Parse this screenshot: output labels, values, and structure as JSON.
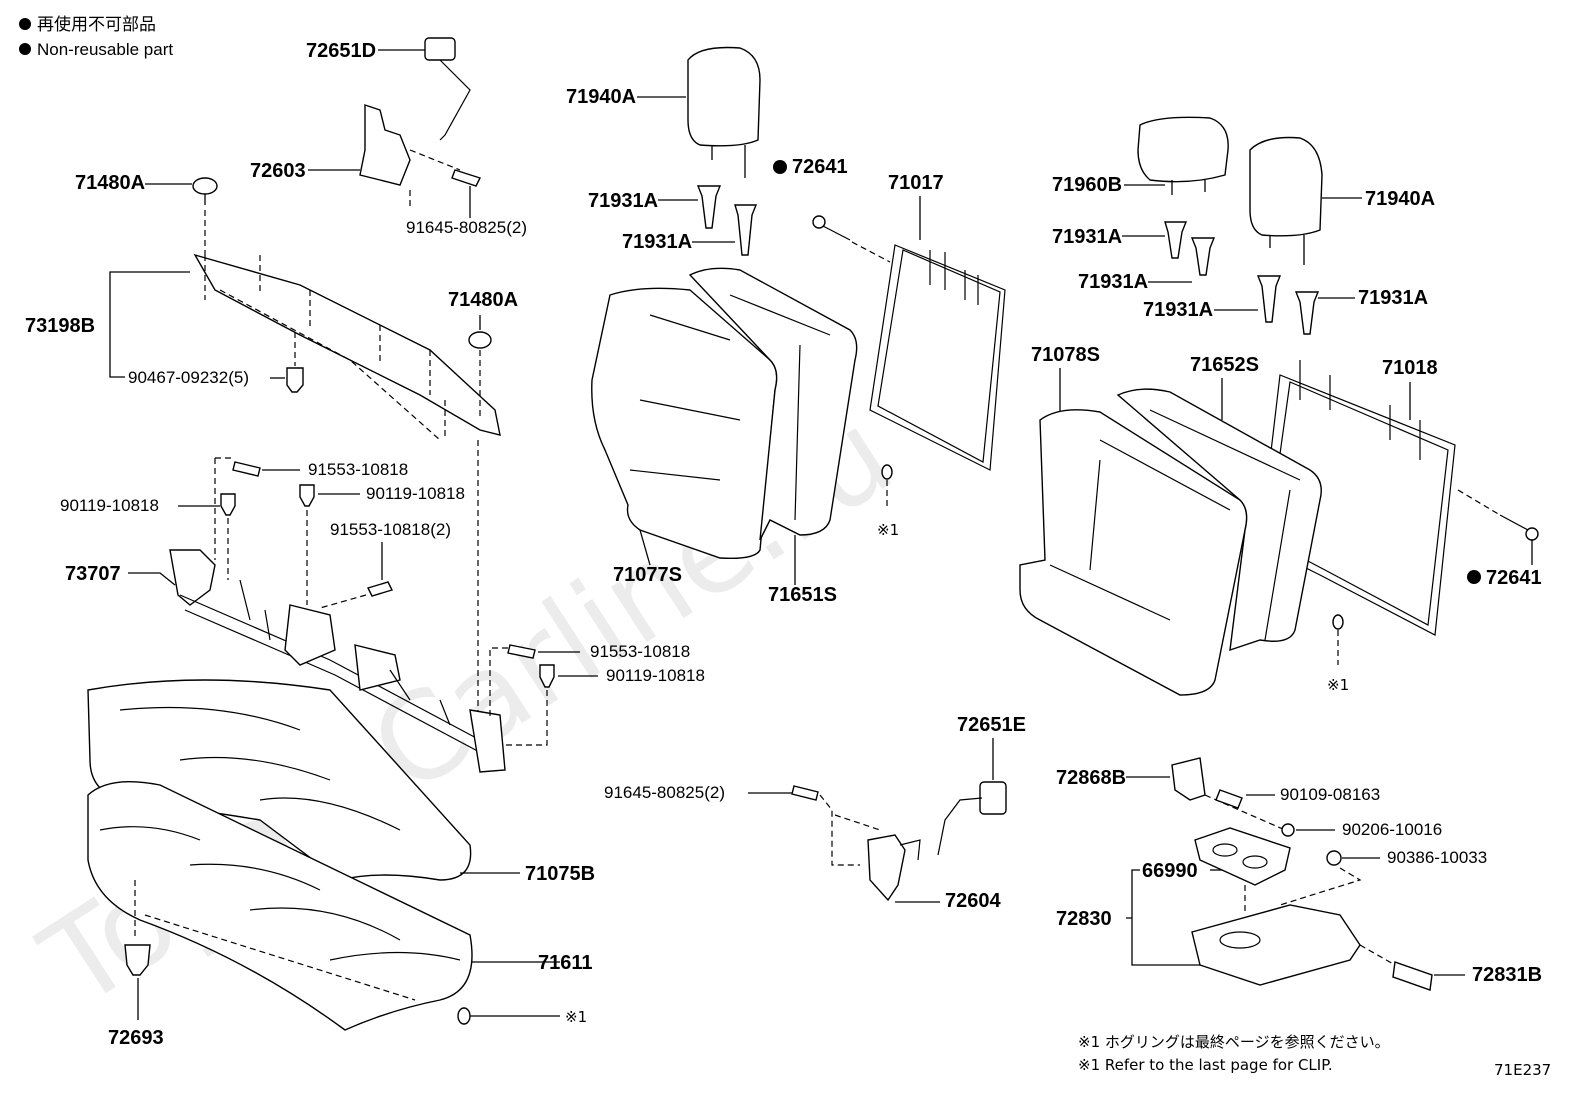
{
  "legend": {
    "jp": "再使用不可部品",
    "en": "Non-reusable part"
  },
  "watermark": "ToyotaCarline.ru",
  "labels": {
    "l72651D": "72651D",
    "l71940A_1": "71940A",
    "l72603": "72603",
    "l71480A_1": "71480A",
    "l91645_1": "91645-80825(2)",
    "l73198B": "73198B",
    "l71480A_2": "71480A",
    "l90467": "90467-09232(5)",
    "l91553_1": "91553-10818",
    "l90119_1": "90119-10818",
    "l90119_2": "90119-10818",
    "l91553_2": "91553-10818(2)",
    "l73707": "73707",
    "l91553_3": "91553-10818",
    "l90119_3": "90119-10818",
    "l71931A_1": "71931A",
    "l71931A_2": "71931A",
    "l72641_1": "72641",
    "l71017": "71017",
    "l71077S": "71077S",
    "l71651S": "71651S",
    "l71960B": "71960B",
    "l71940A_2": "71940A",
    "l71931A_3": "71931A",
    "l71931A_4": "71931A",
    "l71931A_5": "71931A",
    "l71931A_6": "71931A",
    "l71078S": "71078S",
    "l71652S": "71652S",
    "l71018": "71018",
    "l72641_2": "72641",
    "l72651E": "72651E",
    "l91645_2": "91645-80825(2)",
    "l72604": "72604",
    "l71075B": "71075B",
    "l71611": "71611",
    "l72693": "72693",
    "l72868B": "72868B",
    "l90109": "90109-08163",
    "l90206": "90206-10016",
    "l90386": "90386-10033",
    "l66990": "66990",
    "l72830": "72830",
    "l72831B": "72831B"
  },
  "clip_refs": {
    "c1": "※1",
    "c2": "※1",
    "c3": "※1"
  },
  "footnotes": {
    "jp": "※1 ホグリングは最終ページを参照ください。",
    "en": "※1 Refer to the last page for CLIP."
  },
  "diagram_code": "71E237"
}
